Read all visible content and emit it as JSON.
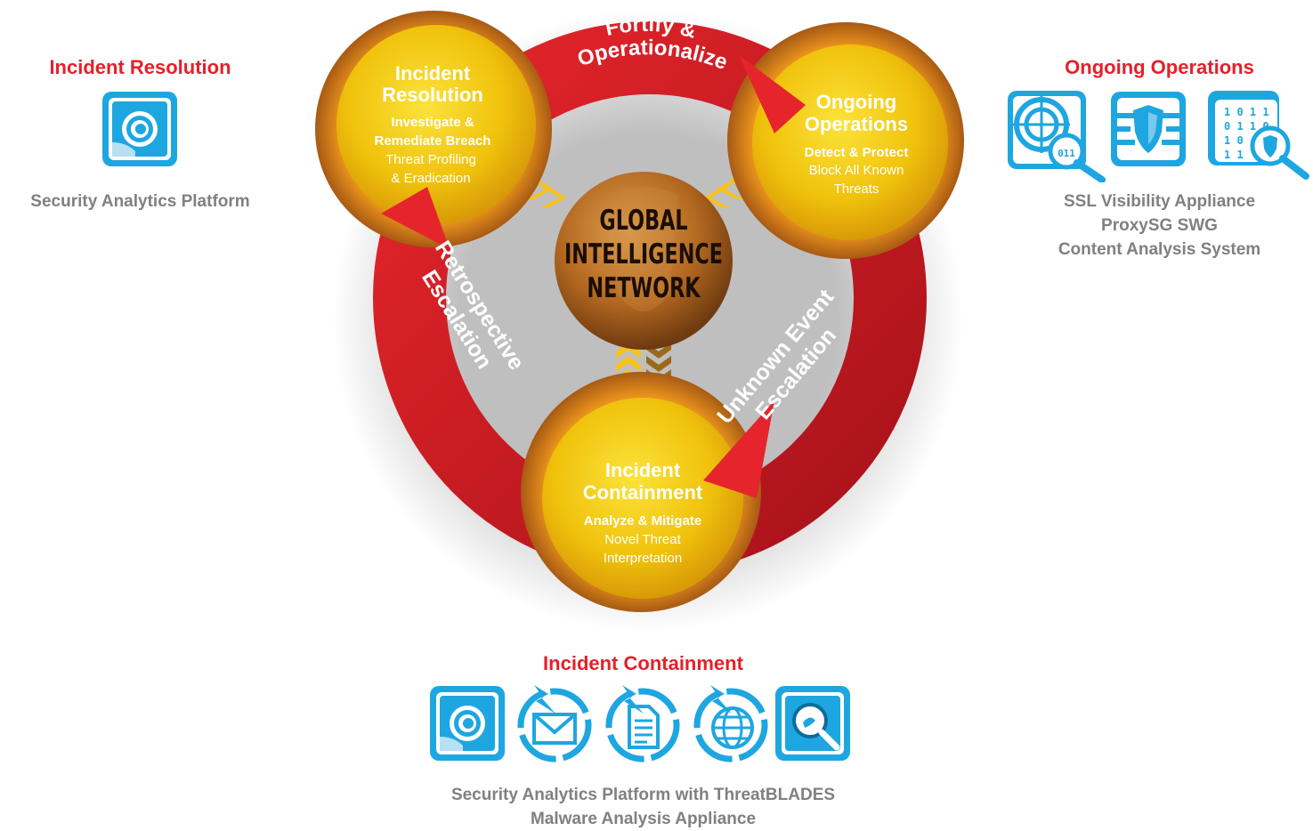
{
  "left_panel": {
    "heading": "Incident Resolution",
    "products": [
      "Security Analytics Platform"
    ],
    "icons": [
      "security-analytics-icon"
    ]
  },
  "right_panel": {
    "heading": "Ongoing Operations",
    "products": [
      "SSL Visibility Appliance",
      "ProxySG SWG",
      "Content Analysis System"
    ],
    "icons": [
      "ssl-visibility-icon",
      "proxysg-shield-icon",
      "content-analysis-icon"
    ],
    "binary_text": [
      "1 0 1 1",
      "0 1 1 0",
      "1 0",
      "1 1"
    ]
  },
  "bottom_panel": {
    "heading": "Incident Containment",
    "products": [
      "Security Analytics Platform with ThreatBLADES",
      "Malware Analysis Appliance"
    ],
    "icons": [
      "security-analytics-icon",
      "email-threatblade-icon",
      "file-threatblade-icon",
      "web-threatblade-icon",
      "malware-analysis-icon"
    ]
  },
  "diagram": {
    "center": [
      "GLOBAL",
      "INTELLIGENCE",
      "NETWORK"
    ],
    "nodes": {
      "resolution": {
        "title": [
          "Incident",
          "Resolution"
        ],
        "action": [
          "Investigate &",
          "Remediate Breach"
        ],
        "detail": [
          "Threat Profiling",
          "& Eradication"
        ]
      },
      "operations": {
        "title": [
          "Ongoing",
          "Operations"
        ],
        "action": [
          "Detect & Protect"
        ],
        "detail": [
          "Block All Known",
          "Threats"
        ]
      },
      "containment": {
        "title": [
          "Incident",
          "Containment"
        ],
        "action": [
          "Analyze & Mitigate"
        ],
        "detail": [
          "Novel Threat",
          "Interpretation"
        ]
      }
    },
    "arcs": {
      "top": [
        "Fortify &",
        "Operationalize"
      ],
      "left": [
        "Retrospective",
        "Escalation"
      ],
      "right": [
        "Unknown Event",
        "Escalation"
      ]
    }
  },
  "colors": {
    "accent_red": "#e4202a",
    "ring_red": "#c8161e",
    "orb_gold": "#f2c40a",
    "rim_bronze": "#c9761e",
    "icon_blue": "#1ea6e0",
    "label_gray": "#808080"
  }
}
